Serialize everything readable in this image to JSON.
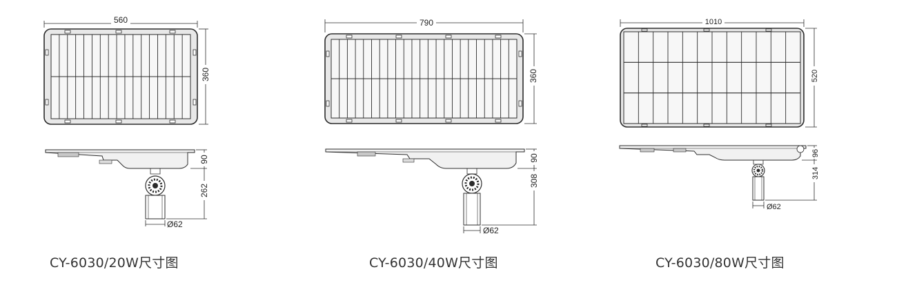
{
  "colors": {
    "line": "#2b2b2b",
    "panel_fill": "#f4f4f4",
    "frame_fill": "#e8e8e8",
    "caption": "#333333"
  },
  "products": [
    {
      "caption": "CY-6030/20W尺寸图",
      "top_view": {
        "width_label": "560",
        "height_label": "360",
        "cols": 17,
        "rows": 2
      },
      "side_view": {
        "body_label": "90",
        "total_label": "262",
        "pole_label": "Ø62"
      }
    },
    {
      "caption": "CY-6030/40W尺寸图",
      "top_view": {
        "width_label": "790",
        "height_label": "360",
        "cols": 23,
        "rows": 2
      },
      "side_view": {
        "body_label": "90",
        "total_label": "308",
        "pole_label": "Ø62"
      }
    },
    {
      "caption": "CY-6030/80W尺寸图",
      "top_view": {
        "width_label": "1010",
        "height_label": "520",
        "cols": 12,
        "rows": 3
      },
      "side_view": {
        "body_label": "96",
        "total_label": "314",
        "pole_label": "Ø62"
      }
    }
  ]
}
